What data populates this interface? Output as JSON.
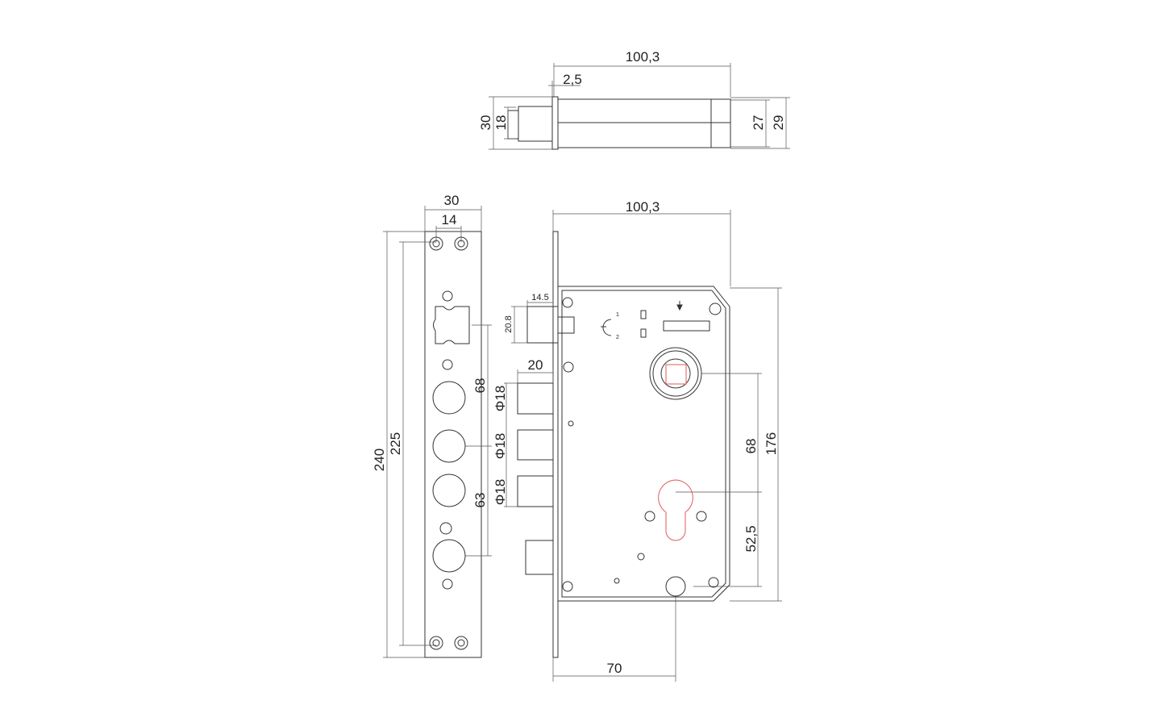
{
  "top_view": {
    "length": "100,3",
    "flange": "2,5",
    "plate_h": "30",
    "bolt_h": "18",
    "body_h": "27",
    "cap_h": "29"
  },
  "faceplate": {
    "width": "30",
    "hole_spacing": "14",
    "length": "240",
    "hole_distance": "225",
    "upper_spacing": "68",
    "lower_spacing": "63"
  },
  "lock_body": {
    "length": "100,3",
    "latch_w": "14.5",
    "latch_h": "20.8",
    "bolt_len": "20",
    "bolt_dia": [
      "Φ18",
      "Φ18",
      "Φ18"
    ],
    "spindle_to_cyl": "68",
    "height": "176",
    "cyl_to_bottom": "52,5",
    "backset": "70",
    "marks": [
      "1",
      "2"
    ]
  }
}
